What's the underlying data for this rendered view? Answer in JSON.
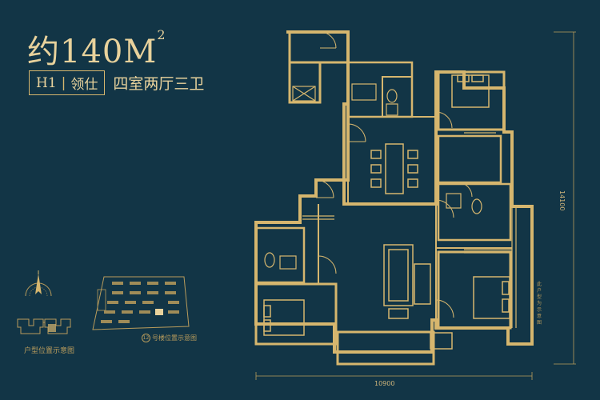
{
  "header": {
    "area_prefix": "约140M",
    "area_superscript": "2",
    "unit_code": "H1",
    "unit_name": "领仕",
    "layout_desc": "四室两厅三卫"
  },
  "location": {
    "unit_position_caption": "户型位置示意图",
    "site_map_number": "12",
    "site_map_caption": "号楼位置示意图"
  },
  "dimensions": {
    "width_label": "10900",
    "depth_label": "14100"
  },
  "notes": {
    "side_note": "此户型为示意图"
  },
  "colors": {
    "background": "#123546",
    "line_gold": "#d6b66e",
    "text_gold": "#e8d29c"
  },
  "icons": {
    "compass": "compass-icon",
    "site_map": "site-map-icon"
  }
}
